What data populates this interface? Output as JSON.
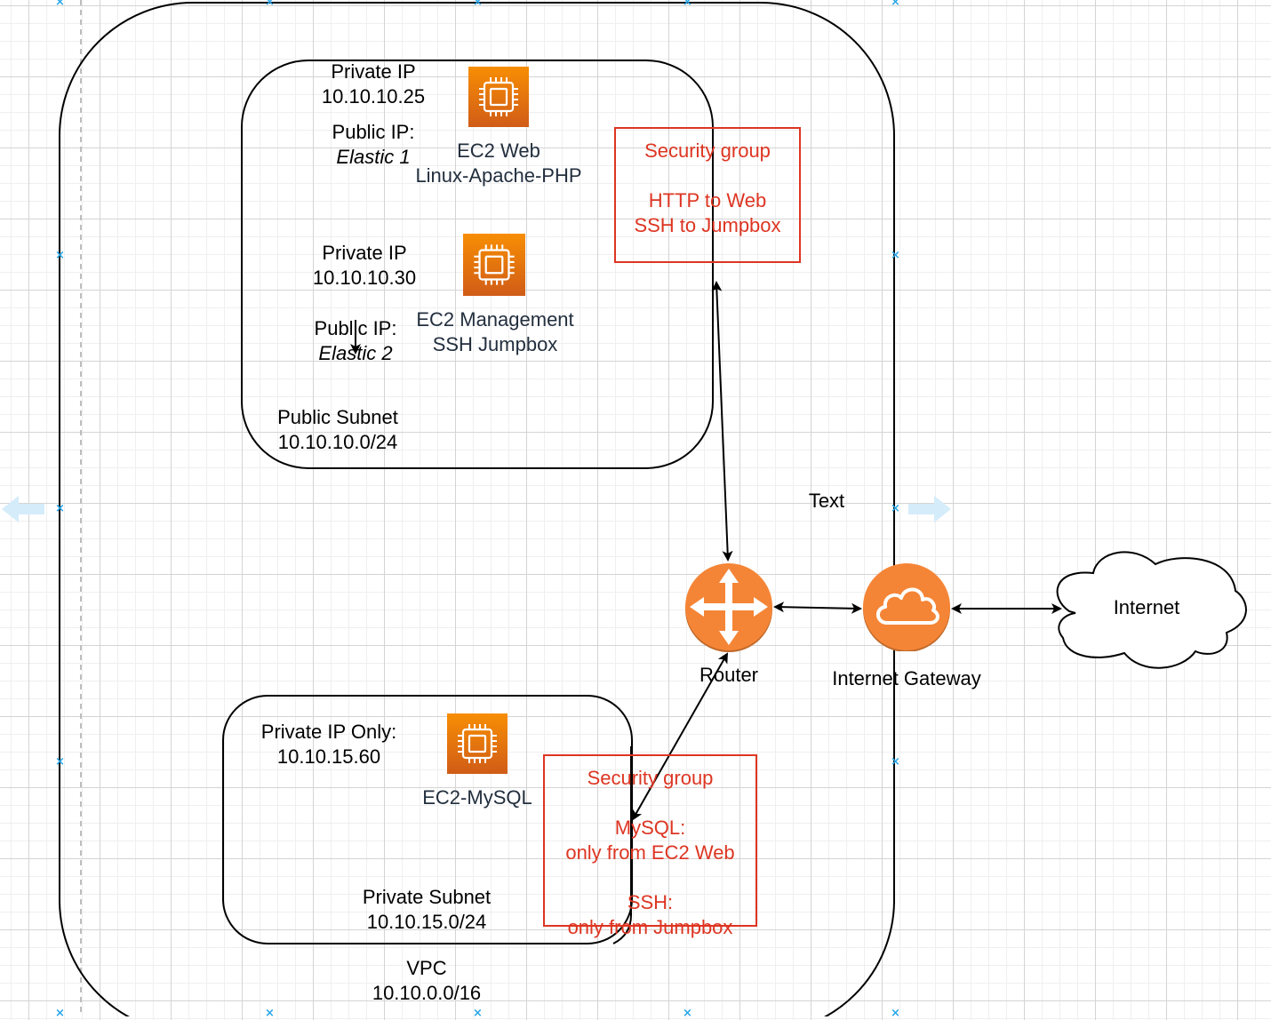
{
  "diagram": {
    "vpc": {
      "title": "VPC",
      "cidr": "10.10.0.0/16"
    },
    "public_subnet": {
      "title": "Public Subnet",
      "cidr": "10.10.10.0/24",
      "instances": [
        {
          "name_line1": "EC2 Web",
          "name_line2": "Linux-Apache-PHP",
          "private_ip_label": "Private IP",
          "private_ip": "10.10.10.25",
          "public_ip_label": "Public IP:",
          "public_ip": "Elastic 1",
          "icon": "ec2-instance-icon"
        },
        {
          "name_line1": "EC2 Management",
          "name_line2": "SSH Jumpbox",
          "private_ip_label": "Private IP",
          "private_ip": "10.10.10.30",
          "public_ip_label": "Public IP:",
          "public_ip": "Elastic 2",
          "icon": "ec2-instance-icon"
        }
      ],
      "security_group": {
        "title": "Security group",
        "rule1": "HTTP to Web",
        "rule2": "SSH to Jumpbox"
      }
    },
    "private_subnet": {
      "title": "Private Subnet",
      "cidr": "10.10.15.0/24",
      "instance": {
        "name": "EC2-MySQL",
        "private_ip_label": "Private IP Only:",
        "private_ip": "10.10.15.60",
        "icon": "ec2-instance-icon"
      },
      "security_group": {
        "title": "Security group",
        "rule1_title": "MySQL:",
        "rule1": "only from EC2 Web",
        "rule2_title": "SSH:",
        "rule2": "only from Jumpbox"
      }
    },
    "router": {
      "label": "Router",
      "icon": "router-icon"
    },
    "internet_gateway": {
      "label": "Internet Gateway",
      "icon": "internet-gateway-icon"
    },
    "internet": {
      "label": "Internet",
      "icon": "cloud-shape"
    },
    "floating_text": "Text",
    "colors": {
      "aws_orange": "#f58536",
      "ec2_top": "#f78e04",
      "ec2_bottom": "#d05c17",
      "security_group_red": "#dd3522",
      "selection_blue": "#29a6e8",
      "label_navy": "#232f3e"
    }
  }
}
